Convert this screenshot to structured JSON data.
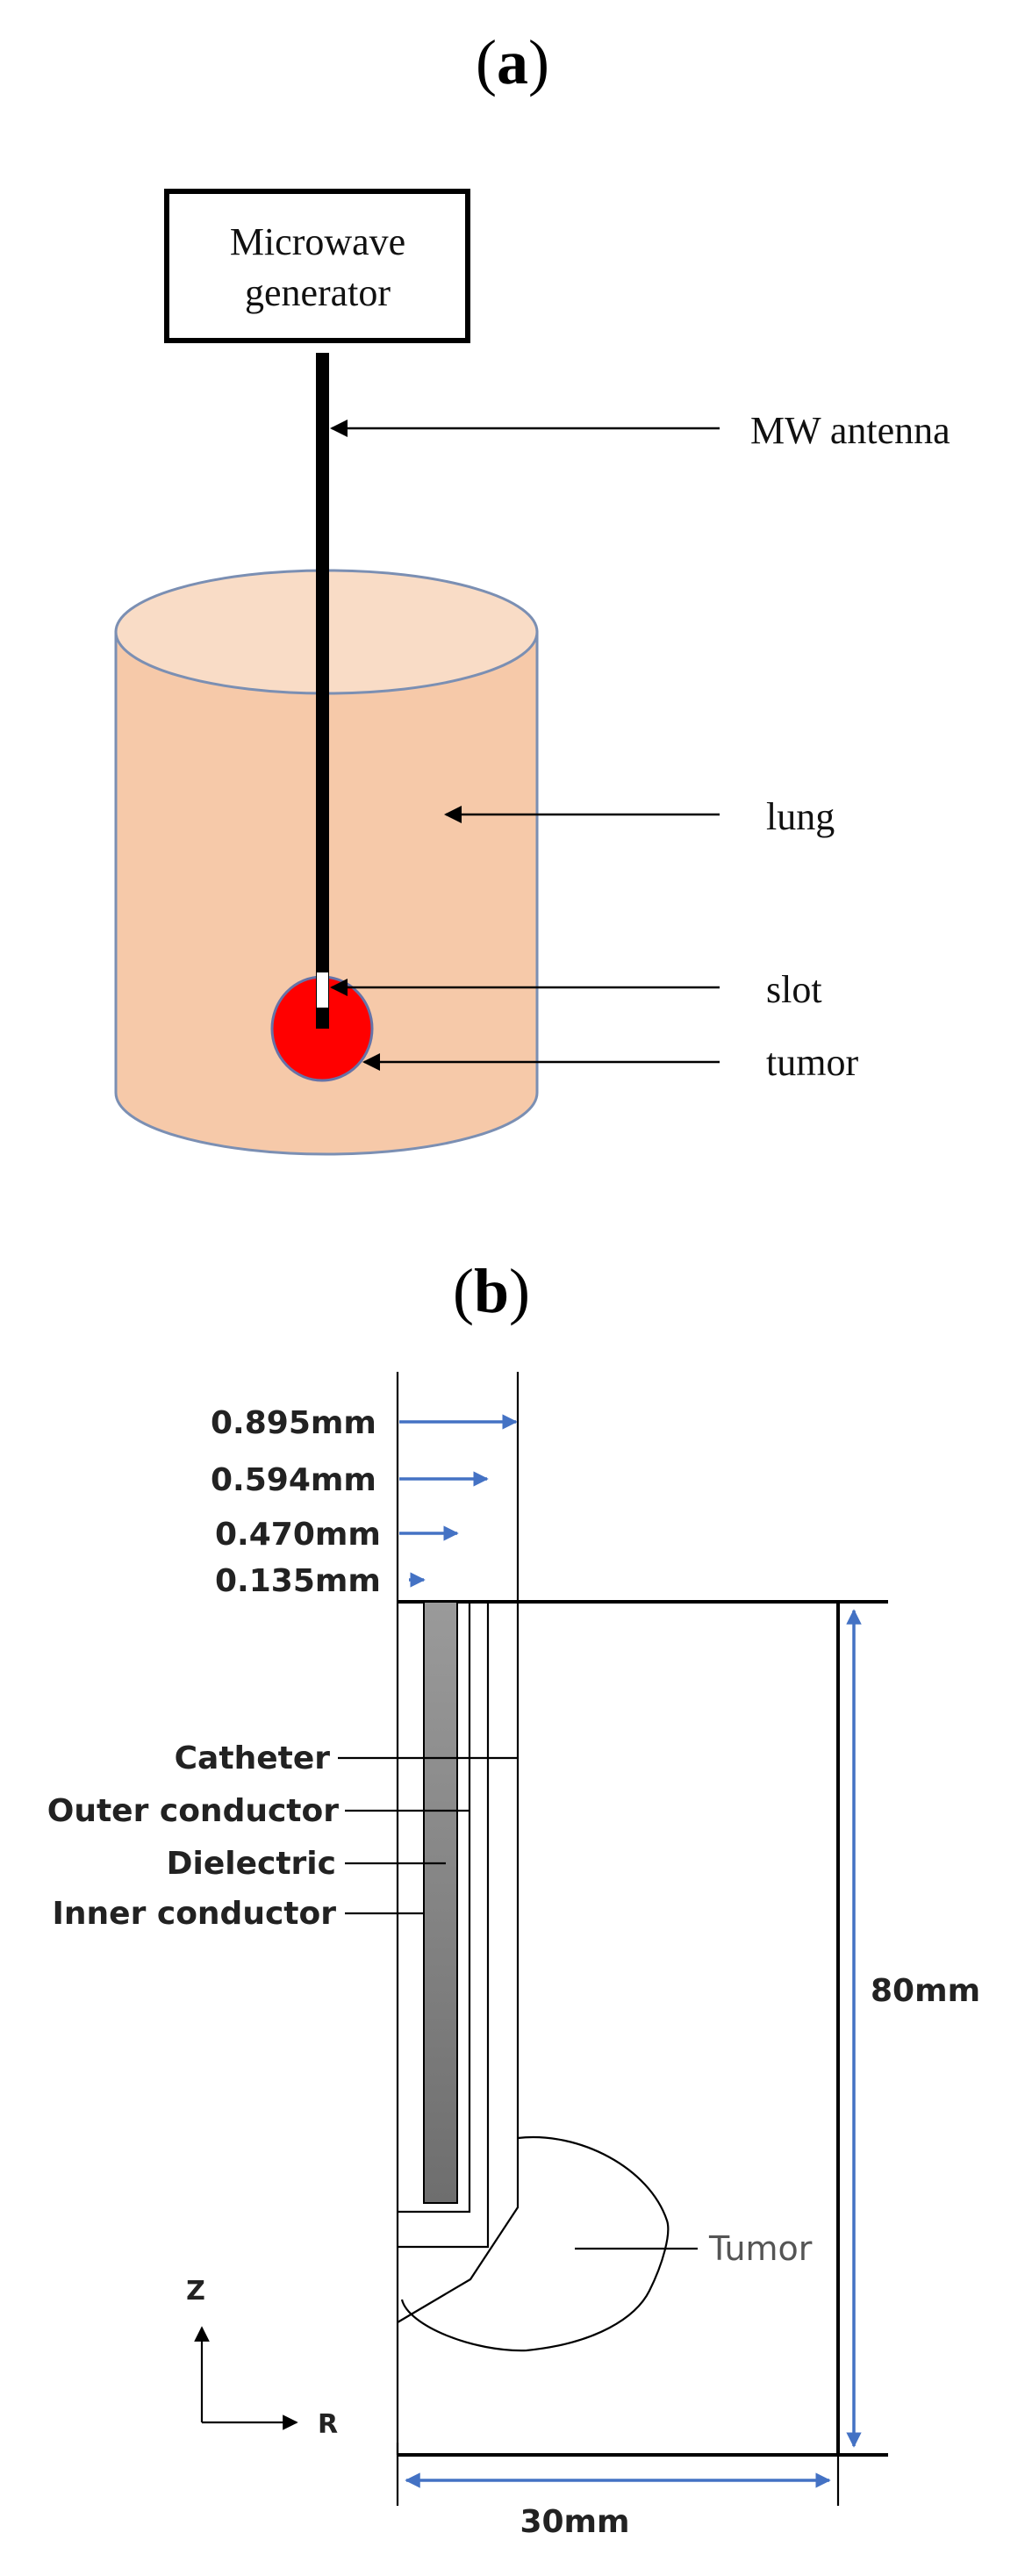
{
  "panel_a": {
    "label_open": "(",
    "label_letter": "a",
    "label_close": ")",
    "generator_line1": "Microwave",
    "generator_line2": "generator",
    "antenna_label": "MW antenna",
    "lung_label": "lung",
    "slot_label": "slot",
    "tumor_label": "tumor",
    "colors": {
      "lung_fill": "#f6c9a9",
      "lung_top": "#f9dcc6",
      "tumor": "#ff0000",
      "antenna": "#000000"
    }
  },
  "panel_b": {
    "label_open": "(",
    "label_letter": "b",
    "label_close": ")",
    "dim_0895": "0.895mm",
    "dim_0594": "0.594mm",
    "dim_0470": "0.470mm",
    "dim_0135": "0.135mm",
    "catheter_label": "Catheter",
    "outer_conductor_label": "Outer conductor",
    "dielectric_label": "Dielectric",
    "inner_conductor_label": "Inner conductor",
    "height_label": "80mm",
    "width_label": "30mm",
    "tumor_label": "Tumor",
    "axis_z": "Z",
    "axis_r": "R",
    "colors": {
      "dimension_arrow": "#4472c4",
      "inner_conductor": "#808080"
    }
  }
}
